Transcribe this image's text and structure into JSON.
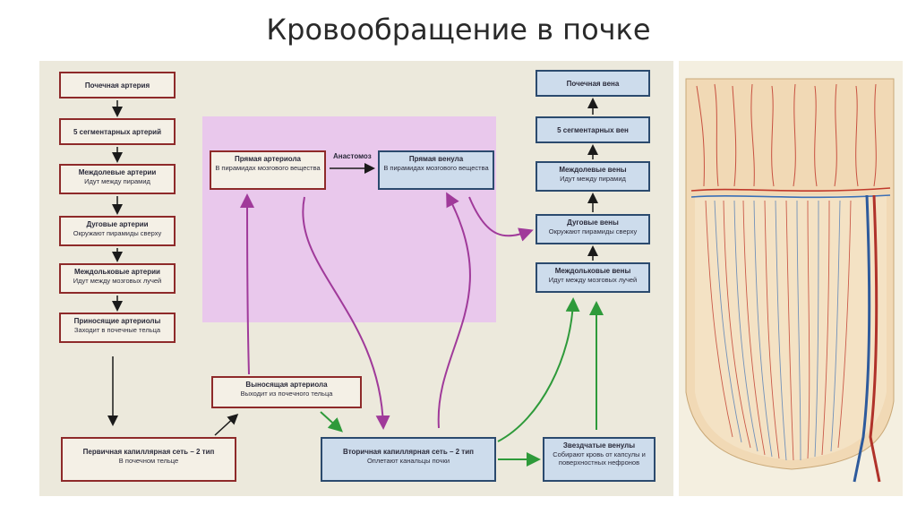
{
  "slide": {
    "title": "Кровообращение в почке"
  },
  "diagram": {
    "left_chain": [
      {
        "title": "Почечная артерия",
        "subtitle": ""
      },
      {
        "title": "5 сегментарных артерий",
        "subtitle": ""
      },
      {
        "title": "Междолевые артерии",
        "subtitle": "Идут между пирамид"
      },
      {
        "title": "Дуговые артерии",
        "subtitle": "Окружают пирамиды сверху"
      },
      {
        "title": "Междольковые артерии",
        "subtitle": "Идут между мозговых лучей"
      },
      {
        "title": "Приносящие артериолы",
        "subtitle": "Заходит в почечные тельца"
      }
    ],
    "right_chain": [
      {
        "title": "Почечная вена",
        "subtitle": ""
      },
      {
        "title": "5 сегментарных вен",
        "subtitle": ""
      },
      {
        "title": "Междолевые вены",
        "subtitle": "Идут между пирамид"
      },
      {
        "title": "Дуговые вены",
        "subtitle": "Окружают пирамиды сверху"
      },
      {
        "title": "Междольковые вены",
        "subtitle": "Идут между мозговых лучей"
      }
    ],
    "straight_arteriole": {
      "title": "Прямая артериола",
      "subtitle": "В пирамидах мозгового вещества"
    },
    "straight_venule": {
      "title": "Прямая венула",
      "subtitle": "В пирамидах мозгового вещества"
    },
    "anastomosis_label": "Анастомоз",
    "efferent": {
      "title": "Выносящая артериола",
      "subtitle": "Выходит из почечного тельца"
    },
    "primary_net": {
      "title": "Первичная капиллярная сеть – 2 тип",
      "subtitle": "В почечном тельце"
    },
    "secondary_net": {
      "title": "Вторичная капиллярная сеть – 2 тип",
      "subtitle": "Оплетают канальцы почки"
    },
    "stellate": {
      "title": "Звездчатые венулы",
      "subtitle": "Собирают кровь от капсулы и поверхностных нефронов"
    }
  },
  "colors": {
    "artery_border": "#8e2a2a",
    "vein_border": "#2b4a6e",
    "pink_zone": "#e9c8ec",
    "purple_arrow": "#a03a9a",
    "green_arrow": "#2e9a3a"
  }
}
